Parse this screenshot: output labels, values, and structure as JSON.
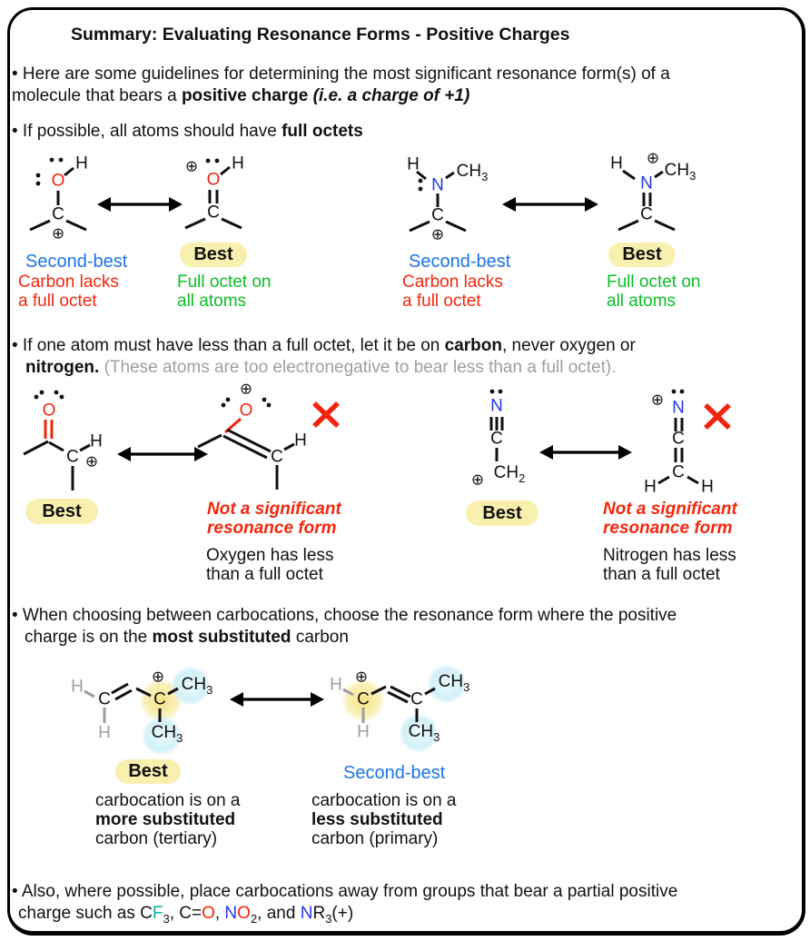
{
  "title": "Summary: Evaluating Resonance Forms - Positive Charges",
  "bullets": {
    "b1": {
      "line1": "• Here are some guidelines for determining the most significant resonance form(s) of a",
      "line2_pre": "molecule that bears a ",
      "line2_bold": "positive charge",
      "line2_italic": " (i.e. a charge of +1)"
    },
    "b2": {
      "pre": "• If possible, all atoms should have ",
      "bold": "full octets"
    },
    "b3": {
      "line1_pre": "• If one atom must have less than a full octet, let it be on ",
      "line1_bold": "carbon",
      "line1_post": ", never oxygen or",
      "line2_pre": "nitrogen. ",
      "line2_gray": "(These atoms are too electronegative to bear less than a full octet)."
    },
    "b4": {
      "line1": "• When choosing between carbocations, choose the resonance form where the positive",
      "line2_pre": "charge is on the ",
      "line2_bold": "most substituted",
      "line2_post": " carbon"
    },
    "b5": {
      "line1": "• Also, where possible, place carbocations away from groups that bear a partial positive",
      "pre": "charge such as C",
      "F": "F",
      "f_sub": "3",
      "mid1": ", C=",
      "O1": "O",
      "mid2": ", ",
      "N1": "N",
      "O2": "O",
      "no2_sub": "2",
      "mid3": ", and ",
      "N2": "N",
      "R": "R",
      "r_sub": "3",
      "end": "(+)"
    }
  },
  "labels": {
    "second_best": "Second-best",
    "best": "Best",
    "carbon_lacks_l1": "Carbon lacks",
    "carbon_lacks_l2": "a full octet",
    "full_octet_l1": "Full octet on",
    "full_octet_l2": "all atoms",
    "not_significant_l1": "Not a significant",
    "not_significant_l2": "resonance form",
    "oxygen_octet_l1": "Oxygen has less",
    "oxygen_octet_l2": "than a full octet",
    "nitrogen_octet_l1": "Nitrogen has less",
    "nitrogen_octet_l2": "than a full octet",
    "carbocation_l1": "carbocation is on a",
    "more_substituted": "more substituted",
    "tertiary": "carbon (tertiary)",
    "less_substituted": "less substituted",
    "primary": "carbon (primary)"
  },
  "atoms": {
    "O": "O",
    "N": "N",
    "C": "C",
    "H": "H",
    "CH": "CH",
    "sub2": "2",
    "sub3": "3",
    "plus": "⊕"
  },
  "colors": {
    "label_red": "#f5270d",
    "label_blue": "#1b74e8",
    "label_green": "#0bbf27",
    "atom_oxygen_red": "#f3230c",
    "atom_nitrogen_blue": "#2438e8",
    "fluorine_teal": "#00b3a6",
    "gray_note": "#9f9f9f",
    "gray_hydrogen": "#9e9e9e",
    "highlight_yellow": "#f9efae",
    "highlight_blue": "#d2f0f8",
    "x_mark_red": "#f3240d"
  }
}
